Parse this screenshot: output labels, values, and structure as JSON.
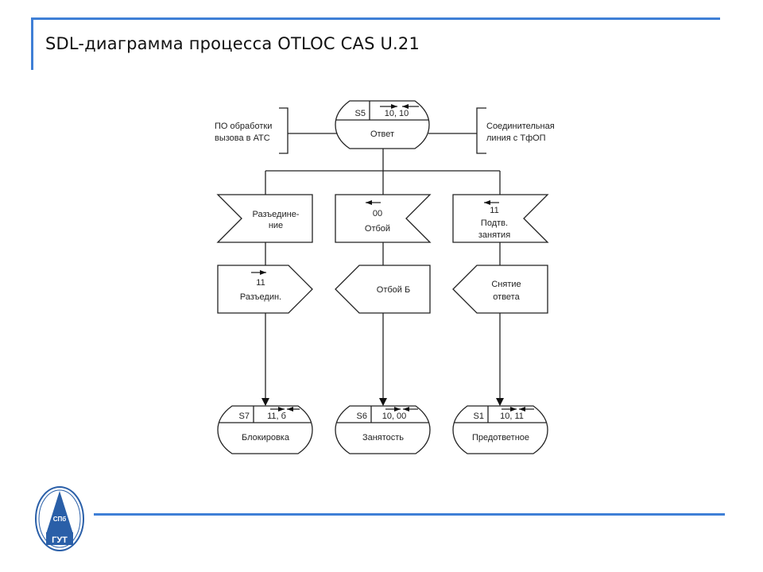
{
  "header": {
    "title": "SDL-диаграмма процесса OTLOC CAS U.21",
    "accent_color": "#3f7fd6"
  },
  "diagram": {
    "environment": {
      "left_label_line1": "ПО обработки",
      "left_label_line2": "вызова в АТС",
      "right_label_line1": "Соединительная",
      "right_label_line2": "линия с ТфОП"
    },
    "start_state": {
      "id": "S5",
      "code": "10, 10",
      "name": "Ответ"
    },
    "inputs": [
      {
        "code": "",
        "label_line1": "Разъедине-",
        "label_line2": "ние",
        "label_line3": "",
        "direction": "from-left"
      },
      {
        "code": "00",
        "label_line1": "Отбой",
        "label_line2": "",
        "label_line3": "",
        "direction": "from-right"
      },
      {
        "code": "11",
        "label_line1": "Подтв.",
        "label_line2": "занятия",
        "label_line3": "",
        "direction": "from-right"
      }
    ],
    "outputs": [
      {
        "code": "11",
        "label_line1": "Разъедин.",
        "label_line2": "",
        "direction": "to-right"
      },
      {
        "code": "",
        "label_line1": "Отбой Б",
        "label_line2": "",
        "direction": "to-left"
      },
      {
        "code": "",
        "label_line1": "Снятие",
        "label_line2": "ответа",
        "direction": "to-left"
      }
    ],
    "next_states": [
      {
        "id": "S7",
        "code": "11, б",
        "name": "Блокировка"
      },
      {
        "id": "S6",
        "code": "10, 00",
        "name": "Занятость"
      },
      {
        "id": "S1",
        "code": "10, 11",
        "name": "Предответное"
      }
    ]
  },
  "footer": {
    "logo_text_top": "СПб",
    "logo_text_bottom": "ГУТ"
  }
}
